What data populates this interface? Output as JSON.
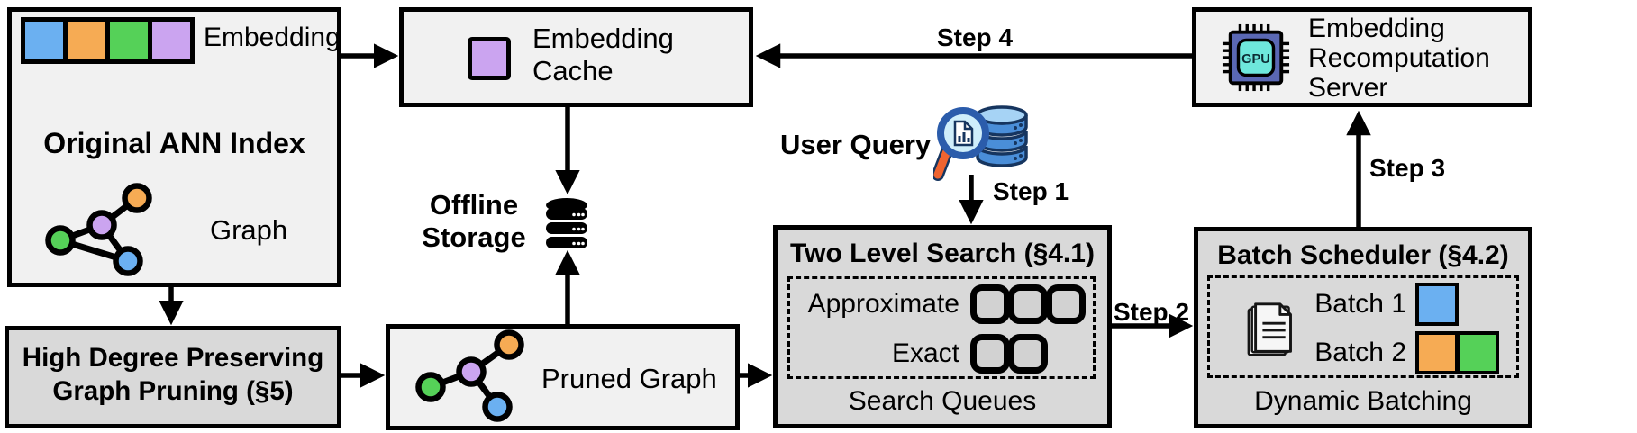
{
  "palette": {
    "blue": "#6bb0f1",
    "orange": "#f6ab54",
    "green": "#55d158",
    "purple": "#cba4f0",
    "box_light": "#f1f1f1",
    "box_dark": "#d9d9d9",
    "queue_fill": "#d2d2d2",
    "line": "#000000",
    "db_blue": "#4a8ed8",
    "db_blue_light": "#a6d3f5",
    "db_outline": "#16355f",
    "lens_fill": "#cfeefb",
    "lens_ring": "#2b5cab",
    "handle_orange": "#ef6430",
    "chip_body": "#5a68b4",
    "chip_screen": "#6ee8dc"
  },
  "ann_index": {
    "embedding_label": "Embedding",
    "title": "Original ANN Index",
    "graph_label": "Graph"
  },
  "embedding_cache": {
    "label": "Embedding Cache"
  },
  "offline_storage": {
    "label": "Offline Storage"
  },
  "user_query": {
    "label": "User Query"
  },
  "steps": {
    "step1": "Step 1",
    "step2": "Step 2",
    "step3": "Step 3",
    "step4": "Step 4"
  },
  "two_level_search": {
    "title": "Two Level Search (§4.1)",
    "approximate_label": "Approximate",
    "exact_label": "Exact",
    "footer": "Search Queues"
  },
  "batch_scheduler": {
    "title": "Batch Scheduler (§4.2)",
    "batch1_label": "Batch 1",
    "batch2_label": "Batch 2",
    "footer": "Dynamic Batching"
  },
  "recompute_server": {
    "label": "Embedding Recomputation Server",
    "gpu_label": "GPU"
  },
  "graph_pruning": {
    "title": "High Degree Preserving Graph Pruning (§5)"
  },
  "pruned_graph": {
    "label": "Pruned Graph"
  },
  "icons": {
    "user_query": "magnifier-over-database-icon",
    "offline_storage": "database-cylinders-icon",
    "recompute_server": "gpu-chip-icon",
    "batch_scheduler": "document-stack-icon"
  }
}
